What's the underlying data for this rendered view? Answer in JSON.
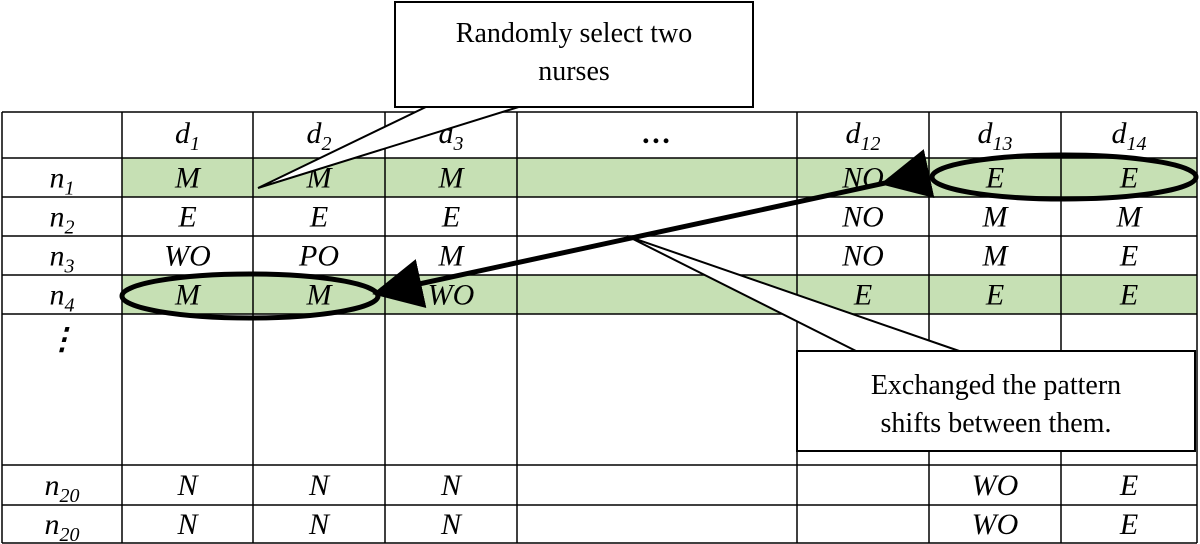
{
  "table": {
    "column_headers": [
      {
        "base": "d",
        "sub": "1"
      },
      {
        "base": "d",
        "sub": "2"
      },
      {
        "base": "d",
        "sub": "3"
      },
      {
        "text": "…"
      },
      {
        "base": "d",
        "sub": "12"
      },
      {
        "base": "d",
        "sub": "13"
      },
      {
        "base": "d",
        "sub": "14"
      }
    ],
    "rows": [
      {
        "label": {
          "base": "n",
          "sub": "1"
        },
        "highlighted": true,
        "cells": [
          "M",
          "M",
          "M",
          "",
          "NO",
          "E",
          "E"
        ]
      },
      {
        "label": {
          "base": "n",
          "sub": "2"
        },
        "highlighted": false,
        "cells": [
          "E",
          "E",
          "E",
          "",
          "NO",
          "M",
          "M"
        ]
      },
      {
        "label": {
          "base": "n",
          "sub": "3"
        },
        "highlighted": false,
        "cells": [
          "WO",
          "PO",
          "M",
          "",
          "NO",
          "M",
          "E"
        ]
      },
      {
        "label": {
          "base": "n",
          "sub": "4"
        },
        "highlighted": true,
        "cells": [
          "M",
          "M",
          "WO",
          "",
          "E",
          "E",
          "E"
        ]
      },
      {
        "label": {
          "text": "⋮"
        },
        "highlighted": false,
        "cells": [
          "",
          "",
          "",
          "",
          "",
          "",
          ""
        ]
      },
      {
        "label": {
          "base": "n",
          "sub": "20"
        },
        "highlighted": false,
        "cells": [
          "N",
          "N",
          "N",
          "",
          "",
          "WO",
          "E"
        ]
      },
      {
        "label": {
          "base": "n",
          "sub": "20"
        },
        "highlighted": false,
        "cells": [
          "N",
          "N",
          "N",
          "",
          "",
          "WO",
          "E"
        ]
      }
    ]
  },
  "callouts": {
    "top": [
      "Randomly select two",
      "nurses"
    ],
    "bottom": [
      "Exchanged the pattern",
      "shifts between them."
    ]
  },
  "colors": {
    "highlight": "#c6e0b4",
    "line": "#000000"
  }
}
